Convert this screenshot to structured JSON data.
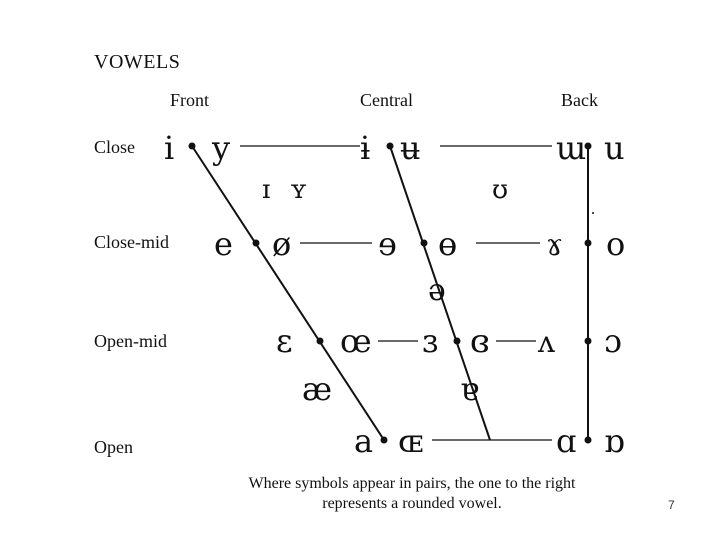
{
  "title": "VOWELS",
  "columns": {
    "front": "Front",
    "central": "Central",
    "back": "Back"
  },
  "rows": {
    "close": "Close",
    "close_mid": "Close-mid",
    "open_mid": "Open-mid",
    "open": "Open"
  },
  "symbols": {
    "close_front_unrounded": "i",
    "close_front_rounded": "y",
    "close_central_unrounded": "ɨ",
    "close_central_rounded": "ʉ",
    "close_back_unrounded": "ɯ",
    "close_back_rounded": "u",
    "near_close_front_unrounded": "ɪ",
    "near_close_front_rounded": "ʏ",
    "near_close_back_rounded": "ʊ",
    "close_mid_front_unrounded": "e",
    "close_mid_front_rounded": "ø",
    "close_mid_central_unrounded": "ɘ",
    "close_mid_central_rounded": "ɵ",
    "close_mid_back_unrounded": "ɤ",
    "close_mid_back_rounded": "o",
    "mid_central": "ə",
    "open_mid_front_unrounded": "ɛ",
    "open_mid_front_rounded": "œ",
    "open_mid_central_unrounded": "ɜ",
    "open_mid_central_rounded": "ɞ",
    "open_mid_back_unrounded": "ʌ",
    "open_mid_back_rounded": "ɔ",
    "near_open_front": "æ",
    "near_open_central": "ɐ",
    "open_front_unrounded": "a",
    "open_front_rounded": "ɶ",
    "open_back_unrounded": "ɑ",
    "open_back_rounded": "ɒ"
  },
  "caption": {
    "line1": "Where symbols appear in pairs, the one to the right",
    "line2": "represents a rounded vowel."
  },
  "page_number": "7"
}
